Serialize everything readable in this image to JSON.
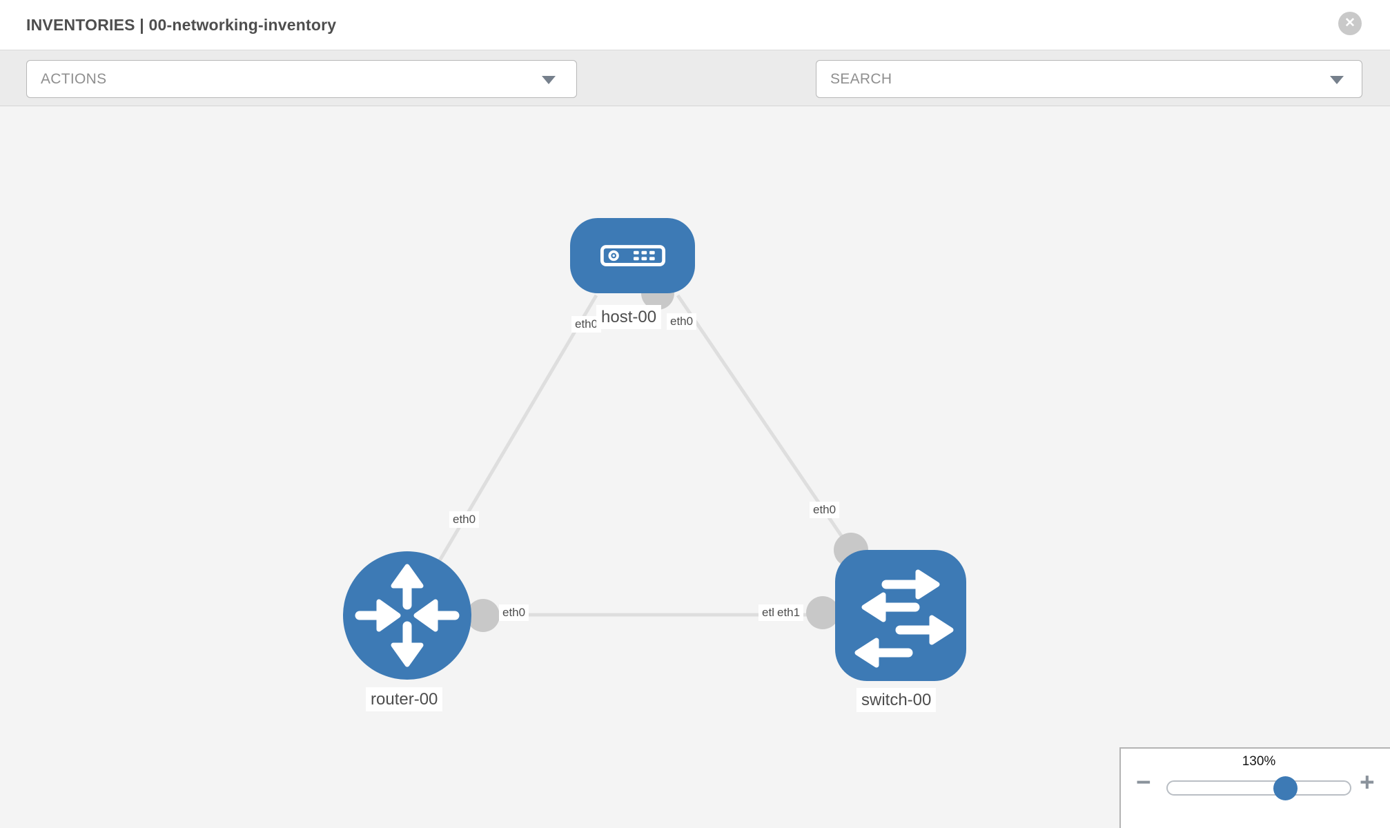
{
  "header": {
    "title": "INVENTORIES | 00-networking-inventory",
    "close_glyph": "✕"
  },
  "toolbar": {
    "actions_label": "ACTIONS",
    "search_placeholder": "SEARCH"
  },
  "topology": {
    "nodes": {
      "host": {
        "label": "host-00",
        "type": "host"
      },
      "router": {
        "label": "router-00",
        "type": "router"
      },
      "switch": {
        "label": "switch-00",
        "type": "switch"
      }
    },
    "interface_labels": {
      "host_left": "eth0",
      "host_right": "eth0",
      "host_router_link": "eth0",
      "host_switch_link": "eth0",
      "router_switch_router_side": "eth0",
      "router_switch_switch_side_hidden": "eth0",
      "router_switch_switch_side": "eth1"
    },
    "links": [
      {
        "from": "host-00",
        "to": "router-00"
      },
      {
        "from": "host-00",
        "to": "switch-00"
      },
      {
        "from": "router-00",
        "to": "switch-00"
      }
    ]
  },
  "zoom_control": {
    "level": "130%",
    "minus_glyph": "−",
    "plus_glyph": "+"
  },
  "colors": {
    "node_blue": "#3d7ab5",
    "canvas_bg": "#f4f4f4",
    "toolbar_bg": "#ebebeb",
    "link_gray": "#dedede",
    "connector_gray": "#c8c8c8",
    "label_text": "#4d4d4d"
  }
}
